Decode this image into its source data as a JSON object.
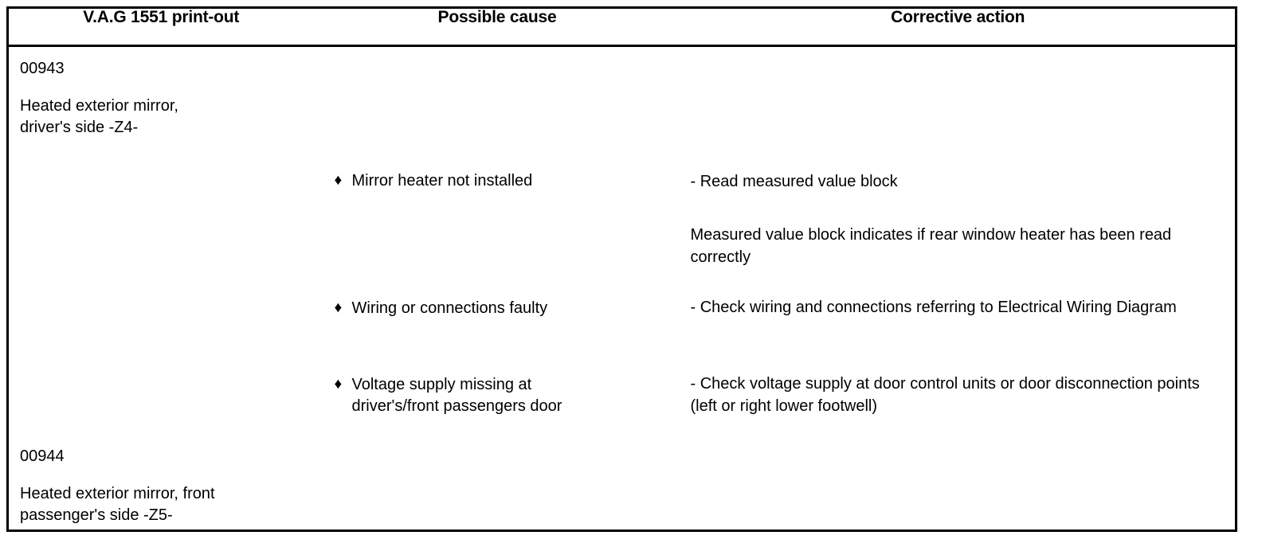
{
  "table": {
    "headers": [
      "V.A.G 1551 print-out",
      "Possible cause",
      "Corrective action"
    ],
    "bullet_glyph": "♦",
    "dash_prefix": "-",
    "codes": [
      {
        "number": "00943",
        "description": "Heated exterior mirror,\ndriver's side -Z4-"
      },
      {
        "number": "00944",
        "description": "Heated exterior mirror, front\npassenger's side -Z5-"
      }
    ],
    "possible_causes": [
      "Mirror heater not installed",
      "Wiring or connections faulty",
      "Voltage supply missing at\ndriver's/front passengers door"
    ],
    "corrective_actions": [
      {
        "step": "- Read measured value block",
        "note": "Measured value block indicates if rear window heater has been read correctly"
      },
      {
        "step": "- Check wiring and connections referring to Electrical Wiring Diagram",
        "note": ""
      },
      {
        "step": "- Check voltage supply at door control units or door disconnection points (left or right lower footwell)",
        "note": ""
      }
    ]
  },
  "colors": {
    "border": "#000000",
    "text": "#000000",
    "background": "#ffffff"
  }
}
